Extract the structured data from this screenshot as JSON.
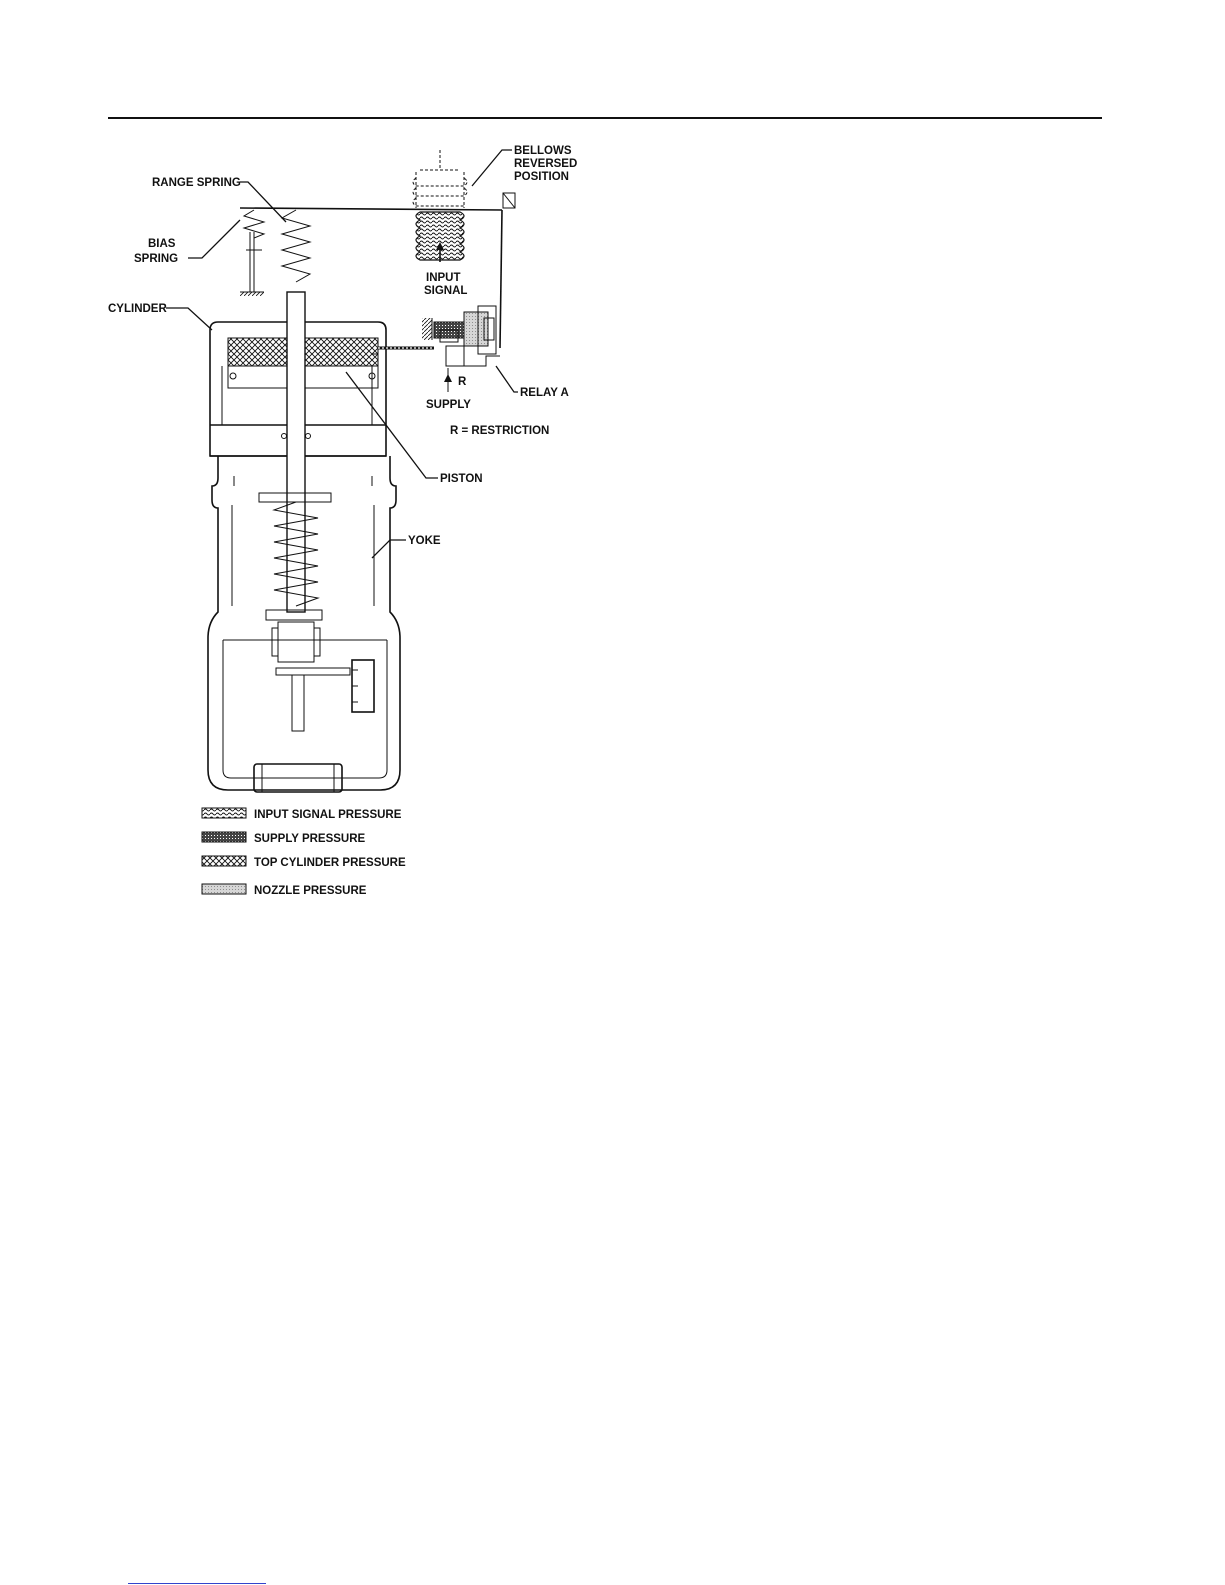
{
  "labels": {
    "range_spring": "RANGE SPRING",
    "bias_spring_1": "BIAS",
    "bias_spring_2": "SPRING",
    "cylinder": "CYLINDER",
    "bellows_1": "BELLOWS",
    "bellows_2": "REVERSED",
    "bellows_3": "POSITION",
    "input_signal_1": "INPUT",
    "input_signal_2": "SIGNAL",
    "r": "R",
    "supply": "SUPPLY",
    "relay_a": "RELAY A",
    "restriction": "R = RESTRICTION",
    "piston": "PISTON",
    "yoke": "YOKE"
  },
  "legend": [
    {
      "label": "INPUT SIGNAL PRESSURE",
      "pattern": "wavy"
    },
    {
      "label": "SUPPLY PRESSURE",
      "pattern": "dense"
    },
    {
      "label": "TOP CYLINDER PRESSURE",
      "pattern": "crosshatch"
    },
    {
      "label": "NOZZLE PRESSURE",
      "pattern": "dots"
    }
  ]
}
